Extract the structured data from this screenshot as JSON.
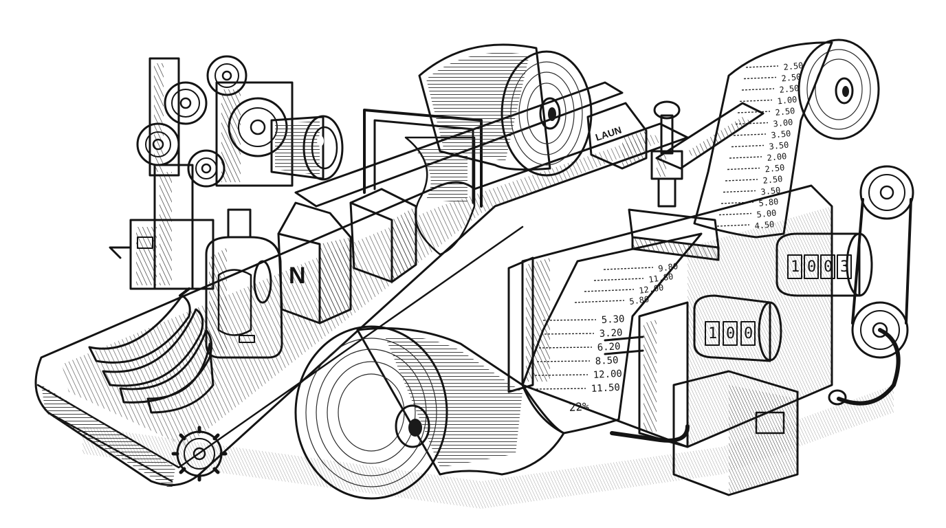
{
  "receipt_right_prices": [
    "2.50",
    "2.50",
    "2.50",
    "1.00",
    "2.50",
    "3.00",
    "3.50",
    "3.50",
    "2.00",
    "2.50",
    "2.50",
    "3.50",
    "5.80",
    "5.00",
    "4.50"
  ],
  "receipt_center_prices_upper": [
    "9.80",
    "11.80",
    "12.00",
    "5.80"
  ],
  "receipt_center_prices_lower": [
    "5.30",
    "3.20",
    "6.20",
    "8.50",
    "12.00",
    "11.50"
  ],
  "receipt_total_text": "22%",
  "counter_digits": [
    "1",
    "0",
    "0",
    "3"
  ],
  "carton_label": "N",
  "box_label": "LAUN",
  "colors": {
    "ink": "#141414",
    "paper": "#ffffff",
    "hatch": "#2a2a2a"
  },
  "icons": [
    "gear-icon",
    "camera-lens-icon",
    "banana-icon",
    "detergent-bottle-icon",
    "milk-carton-icon",
    "juice-box-icon",
    "paper-roll-icon",
    "stamp-icon",
    "counter-drum-icon",
    "crank-handle-icon"
  ]
}
